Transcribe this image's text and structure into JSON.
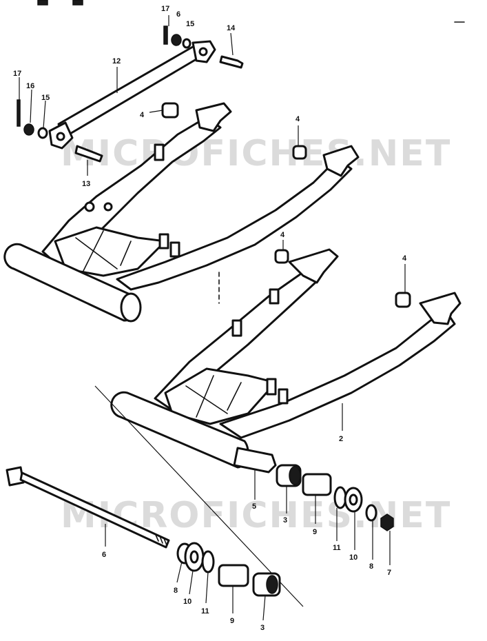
{
  "watermark": "MICROFICHES.NET",
  "callouts": {
    "c17a": "17",
    "c6a": "6",
    "c15a": "15",
    "c14": "14",
    "c17b": "17",
    "c16": "16",
    "c15b": "15",
    "c12": "12",
    "c13": "13",
    "c4a": "4",
    "c4b": "4",
    "c4c": "4",
    "c4d": "4",
    "c2": "2",
    "c5": "5",
    "c3a": "3",
    "c9a": "9",
    "c11a": "11",
    "c10a": "10",
    "c8a": "8",
    "c7": "7",
    "c6b": "6",
    "c8b": "8",
    "c10b": "10",
    "c11b": "11",
    "c9b": "9",
    "c3b": "3"
  },
  "colors": {
    "ink": "#111111",
    "paper": "#ffffff",
    "watermark": "#d0d0d0"
  }
}
